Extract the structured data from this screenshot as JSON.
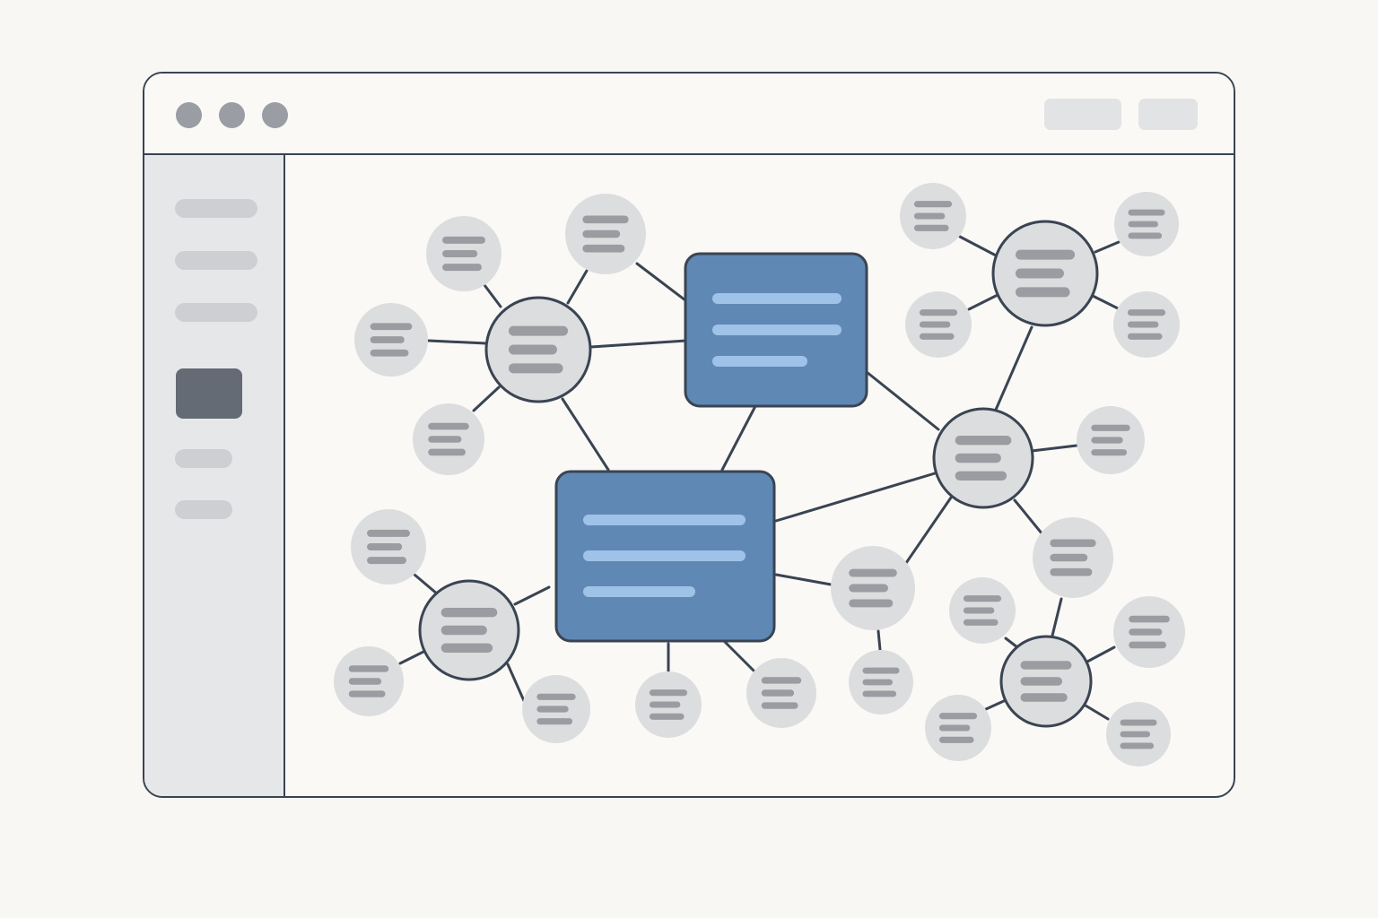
{
  "colors": {
    "outline": "#3a4452",
    "background": "#f8f7f4",
    "sidebar": "#e6e7e9",
    "node_fill": "#dcdddf",
    "node_line": "#9a9ca1",
    "primary_node": "#5f88b5",
    "primary_line": "#9fc3e8",
    "active_item": "#646b75"
  },
  "titlebar": {
    "window_controls": [
      "close-dot",
      "minimize-dot",
      "maximize-dot"
    ],
    "buttons": [
      "toolbar-button-1",
      "toolbar-button-2"
    ]
  },
  "sidebar": {
    "items": 6,
    "active_index": 3
  },
  "graph": {
    "primary_nodes": 2,
    "hub_nodes": 6,
    "leaf_nodes": 20
  }
}
